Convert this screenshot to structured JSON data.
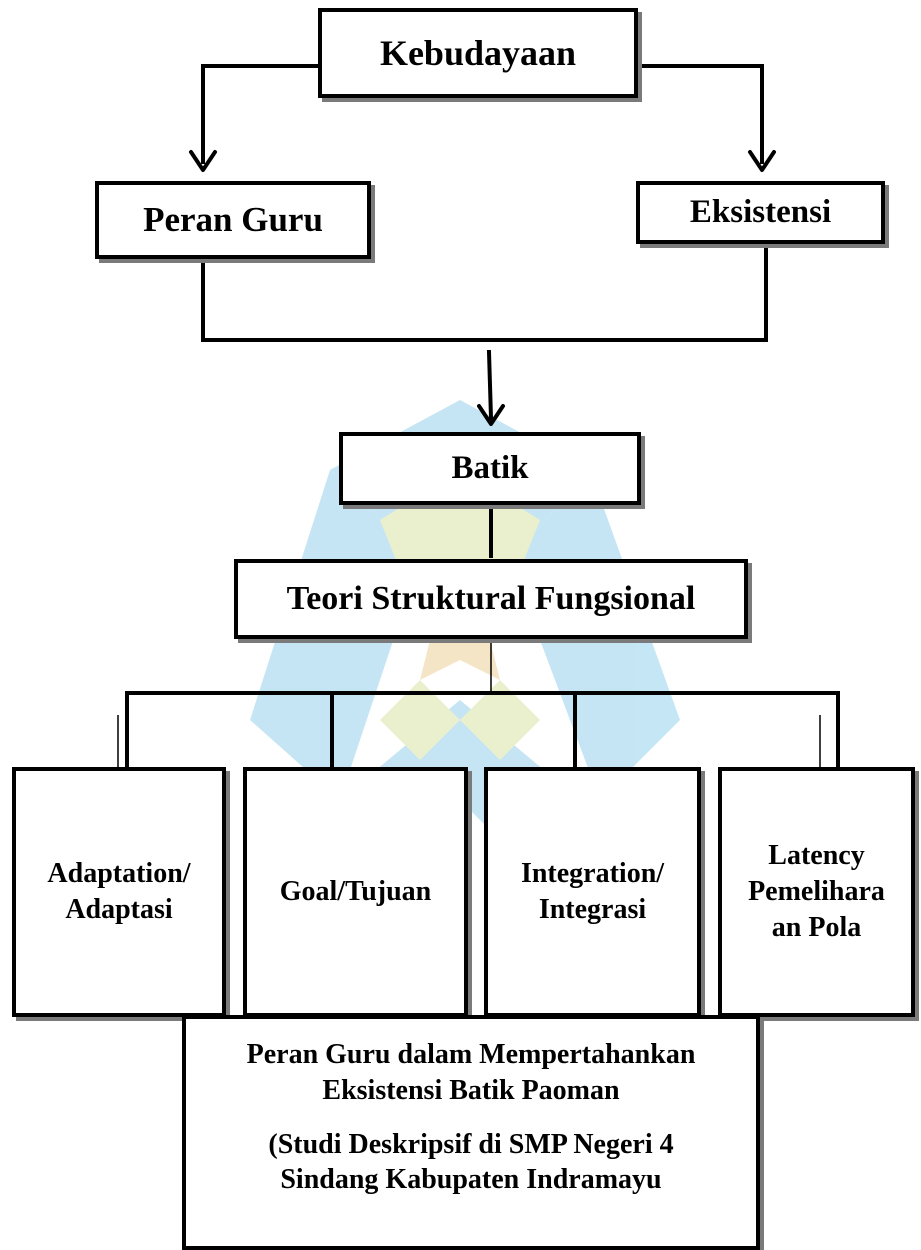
{
  "nodes": {
    "kebudayaan": "Kebudayaan",
    "peran_guru": "Peran Guru",
    "eksistensi": "Eksistensi",
    "batik": "Batik",
    "teori": "Teori Struktural Fungsional",
    "adaptation_line1": "Adaptation/",
    "adaptation_line2": "Adaptasi",
    "goal": "Goal/Tujuan",
    "integration_line1": "Integration/",
    "integration_line2": "Integrasi",
    "latency_line1": "Latency",
    "latency_line2": "Pemelihara",
    "latency_line3": "an Pola",
    "final_line1": "Peran Guru dalam Mempertahankan",
    "final_line2": "Eksistensi Batik Paoman",
    "final_line3": "(Studi Deskripsif di SMP Negeri 4",
    "final_line4": "Sindang Kabupaten Indramayu"
  },
  "colors": {
    "watermark_blue": "#bfe3f3",
    "watermark_green": "#e8efc9",
    "watermark_orange": "#f5e3c2",
    "watermark_gray": "#ececec"
  }
}
